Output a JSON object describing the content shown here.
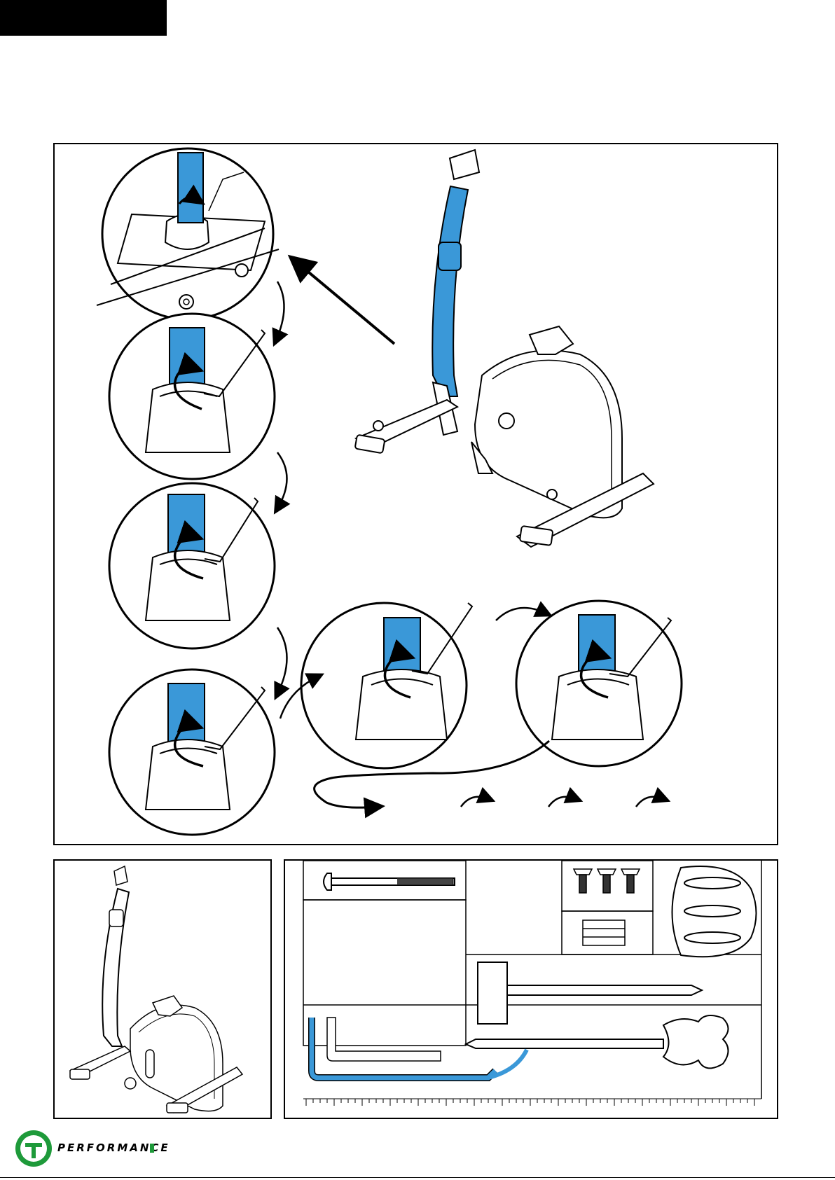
{
  "brand": {
    "name": "PERFORMANCE",
    "logo_letter": "T",
    "logo_color": "#1e9a3a"
  },
  "colors": {
    "part_highlight": "#3a98d8",
    "line": "#000000"
  },
  "illustration": {
    "steps": [
      {
        "view": "detail-1"
      },
      {
        "view": "detail-2"
      },
      {
        "view": "detail-3"
      },
      {
        "view": "detail-4"
      },
      {
        "view": "detail-5"
      },
      {
        "view": "detail-6"
      }
    ]
  },
  "hardware": {
    "bolt_count": 1,
    "screw_count": 3,
    "tools": [
      "allen-key-long",
      "allen-key-short",
      "wrench",
      "screwdriver",
      "spanner"
    ]
  }
}
